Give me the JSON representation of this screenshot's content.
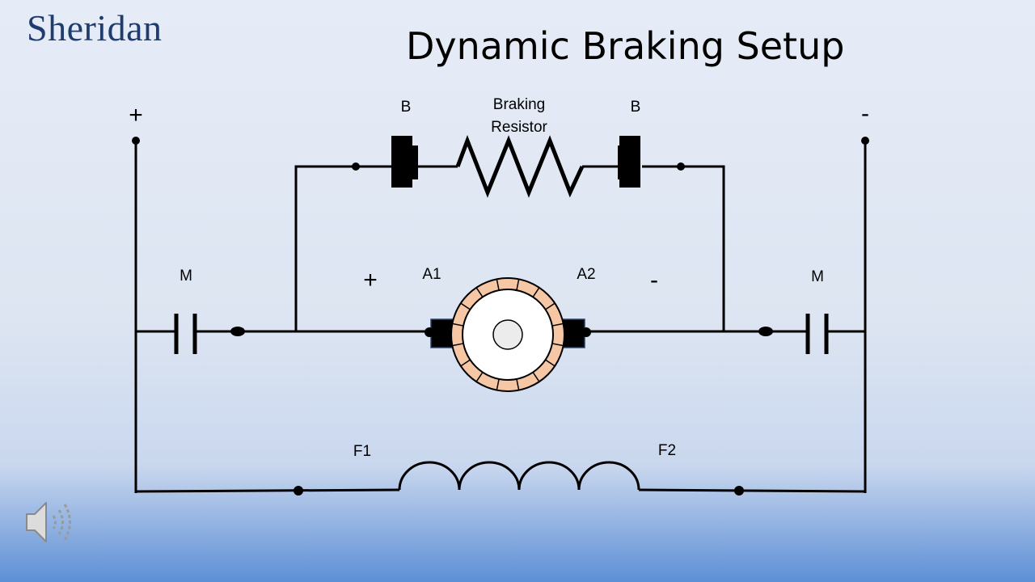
{
  "slide": {
    "logo": "Sheridan",
    "title": "Dynamic Braking Setup"
  },
  "diagram": {
    "supply_positive": "+",
    "supply_negative": "-",
    "contact_b_left": "B",
    "contact_b_right": "B",
    "braking_resistor_line1": "Braking",
    "braking_resistor_line2": "Resistor",
    "contact_m_left": "M",
    "contact_m_right": "M",
    "armature_positive": "+",
    "armature_negative": "-",
    "armature_a1": "A1",
    "armature_a2": "A2",
    "field_f1": "F1",
    "field_f2": "F2"
  },
  "icons": {
    "speaker": "speaker-icon"
  }
}
